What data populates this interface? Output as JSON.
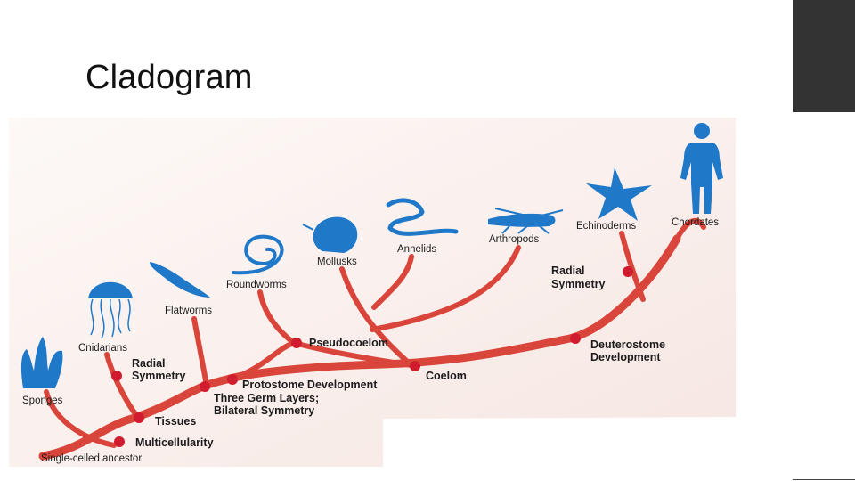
{
  "slide": {
    "title": "Cladogram"
  },
  "taxa": {
    "sponges": "Sponges",
    "cnidarians": "Cnidarians",
    "flatworms": "Flatworms",
    "roundworms": "Roundworms",
    "mollusks": "Mollusks",
    "annelids": "Annelids",
    "arthropods": "Arthropods",
    "echinoderms": "Echinoderms",
    "chordates": "Chordates"
  },
  "root_label": "Single-celled ancestor",
  "traits": {
    "multicellularity": "Multicellularity",
    "tissues": "Tissues",
    "radial_symmetry_1": [
      "Radial",
      "Symmetry"
    ],
    "three_germ_layers": [
      "Three Germ Layers;",
      "Bilateral Symmetry"
    ],
    "protostome": "Protostome Development",
    "pseudocoelom": "Pseudocoelom",
    "coelom": "Coelom",
    "deuterostome": [
      "Deuterostome",
      "Development"
    ],
    "radial_symmetry_2": [
      "Radial",
      "Symmetry"
    ]
  },
  "colors": {
    "branch": "#d9453a",
    "node": "#d01c2e",
    "animal": "#1f78c8",
    "panel": "#fbf3f1"
  },
  "icons": [
    "sponge-icon",
    "jellyfish-icon",
    "flatworm-icon",
    "roundworm-icon",
    "shell-icon",
    "earthworm-icon",
    "grasshopper-icon",
    "starfish-icon",
    "human-icon"
  ]
}
